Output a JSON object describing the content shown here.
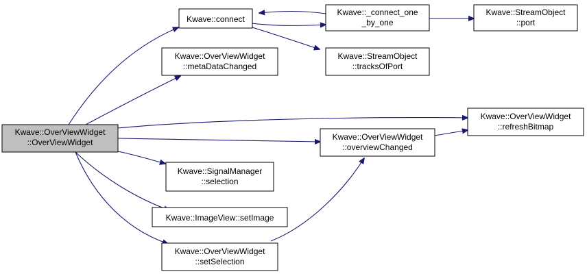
{
  "graph": {
    "nodes": {
      "overview_ctor": {
        "line1": "Kwave::OverViewWidget",
        "line2": "::OverViewWidget"
      },
      "connect": {
        "line1": "Kwave::connect"
      },
      "connect_one": {
        "line1": "Kwave::_connect_one",
        "line2": "_by_one"
      },
      "stream_port": {
        "line1": "Kwave::StreamObject",
        "line2": "::port"
      },
      "tracks_of_port": {
        "line1": "Kwave::StreamObject",
        "line2": "::tracksOfPort"
      },
      "meta_data_changed": {
        "line1": "Kwave::OverViewWidget",
        "line2": "::metaDataChanged"
      },
      "refresh_bitmap": {
        "line1": "Kwave::OverViewWidget",
        "line2": "::refreshBitmap"
      },
      "overview_changed": {
        "line1": "Kwave::OverViewWidget",
        "line2": "::overviewChanged"
      },
      "selection": {
        "line1": "Kwave::SignalManager",
        "line2": "::selection"
      },
      "set_image": {
        "line1": "Kwave::ImageView::setImage"
      },
      "set_selection": {
        "line1": "Kwave::OverViewWidget",
        "line2": "::setSelection"
      }
    },
    "edge_color": "#191970",
    "root_fill": "#bfbfbf"
  }
}
